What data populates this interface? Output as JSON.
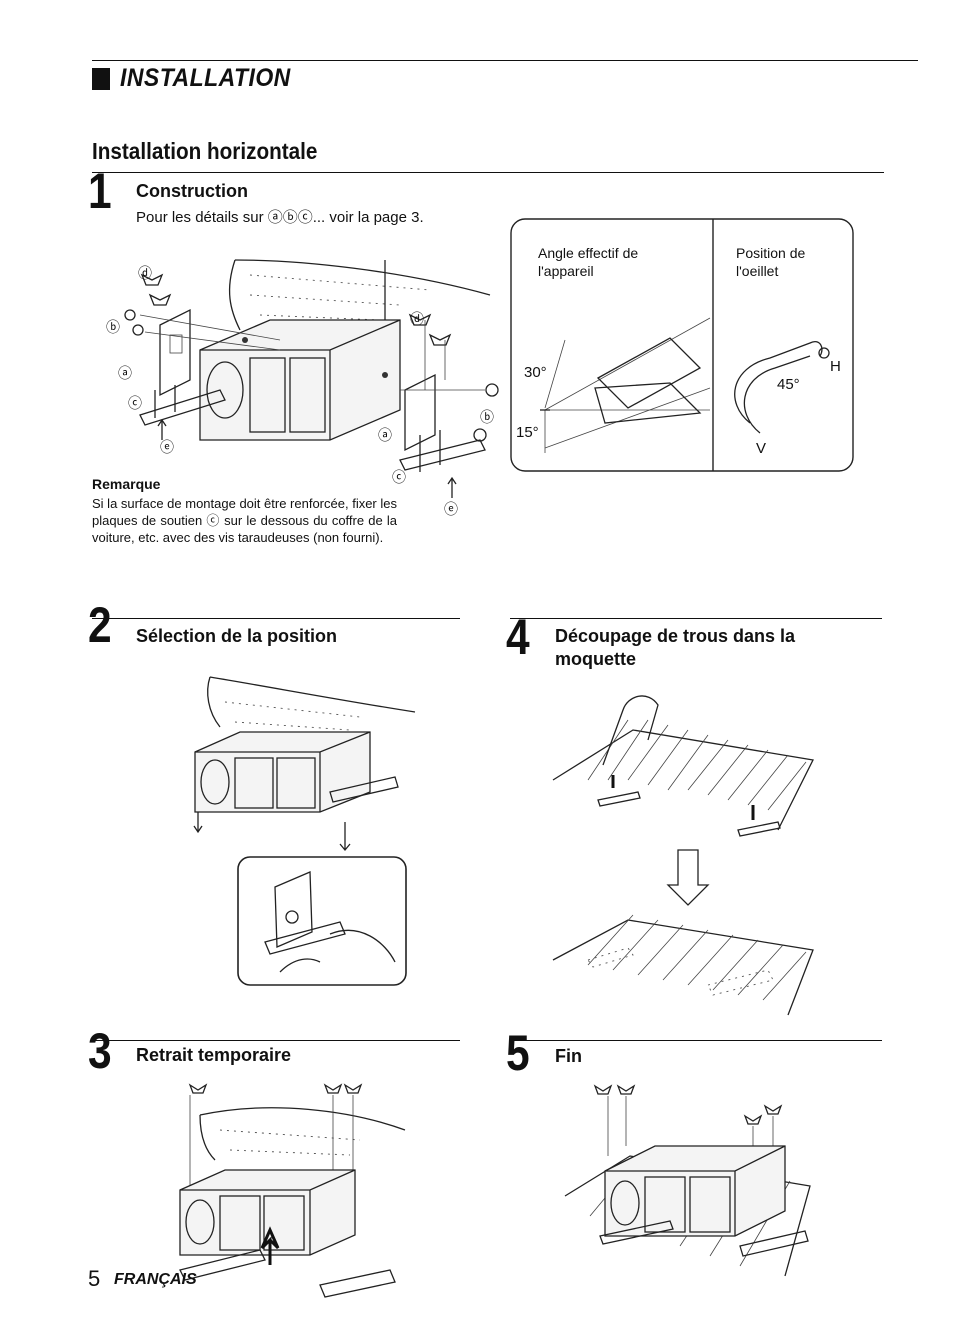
{
  "header": {
    "section_title": "INSTALLATION",
    "subsection_title": "Installation horizontale"
  },
  "step1": {
    "number": "1",
    "title": "Construction",
    "text": "Pour les détails sur ⓐⓑⓒ... voir la page 3.",
    "callout_left": "Angle effectif de l'appareil",
    "callout_right": "Position de l'oeillet",
    "angle_30": "30°",
    "angle_15": "15°",
    "angle_45": "45°",
    "label_h": "H",
    "label_v": "V",
    "labels": [
      "ⓓ",
      "ⓑ",
      "ⓐ",
      "ⓒ",
      "ⓔ",
      "ⓓ",
      "ⓑ",
      "ⓐ",
      "ⓒ",
      "ⓔ"
    ]
  },
  "remark": {
    "title": "Remarque",
    "text": "Si la surface de montage doit être renforcée, fixer les plaques de soutien ⓒ sur le dessous du coffre de la voiture, etc. avec des vis taraudeuses (non fourni)."
  },
  "step2": {
    "number": "2",
    "title": "Sélection de la position"
  },
  "step3": {
    "number": "3",
    "title": "Retrait temporaire"
  },
  "step4": {
    "number": "4",
    "title": "Découpage de trous dans la moquette"
  },
  "step5": {
    "number": "5",
    "title": "Fin"
  },
  "footer": {
    "page_number": "5",
    "language": "FRANÇAIS"
  }
}
